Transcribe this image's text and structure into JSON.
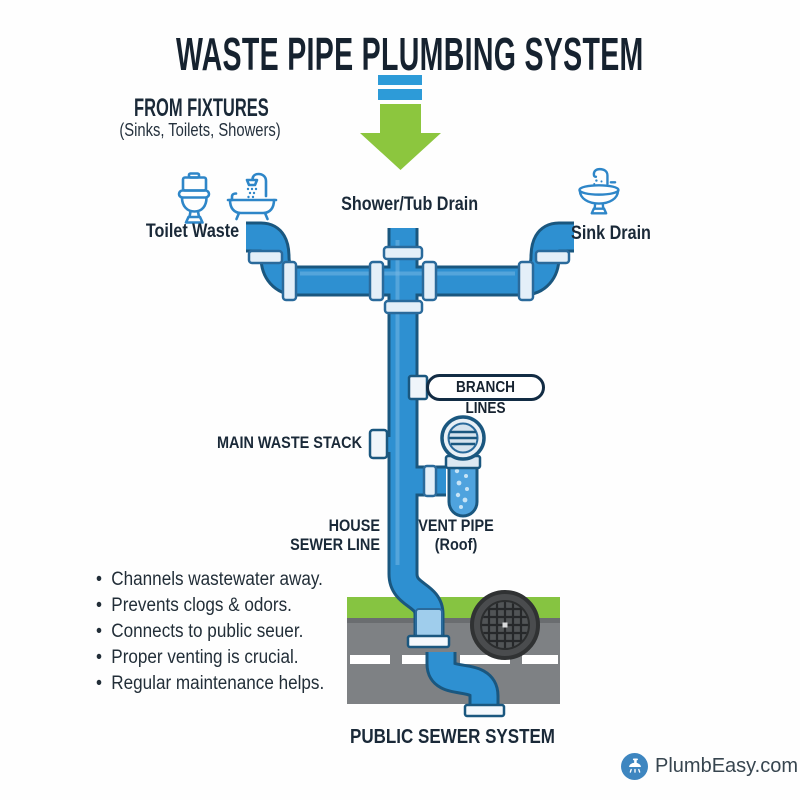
{
  "title": "WASTE PIPE PLUMBING SYSTEM",
  "source": {
    "heading": "FROM FIXTURES",
    "subheading": "(Sinks, Toilets, Showers)"
  },
  "fixtures": {
    "toilet_label": "Toilet Waste",
    "shower_label": "Shower/Tub Drain",
    "sink_label": "Sink Drain"
  },
  "pipes": {
    "branch_label": "BRANCH LINES",
    "stack_label": "MAIN WASTE STACK",
    "house_line1": "HOUSE",
    "house_line2": "SEWER LINE",
    "vent_line1": "VENT PIPE",
    "vent_line2": "(Roof)",
    "public_label": "PUBLIC SEWER SYSTEM"
  },
  "notes": {
    "items": [
      "Channels wastewater away.",
      "Prevents clogs & odors.",
      "Connects to public seuer.",
      "Proper venting is crucial.",
      "Regular maintenance helps."
    ]
  },
  "footer": {
    "brand": "PlumbEasy.com"
  },
  "icons": {
    "flow_arrow": "down-arrow-icon",
    "toilet": "toilet-icon",
    "bathtub_shower": "bathtub-shower-icon",
    "sink": "sink-faucet-icon",
    "vent_cap": "vent-cap-icon",
    "manhole": "manhole-icon",
    "brand_badge": "faucet-badge-icon"
  },
  "colors": {
    "pipe_blue": "#2E90D1",
    "pipe_outline": "#1A577F",
    "coupling": "#E4EFF8",
    "arrow_green": "#8CC63E",
    "bar_blue": "#2D9BD8",
    "grass_green": "#86C441",
    "asphalt_gray": "#7E8184",
    "text_navy": "#16222F",
    "brand_blue": "#3E86C0"
  }
}
